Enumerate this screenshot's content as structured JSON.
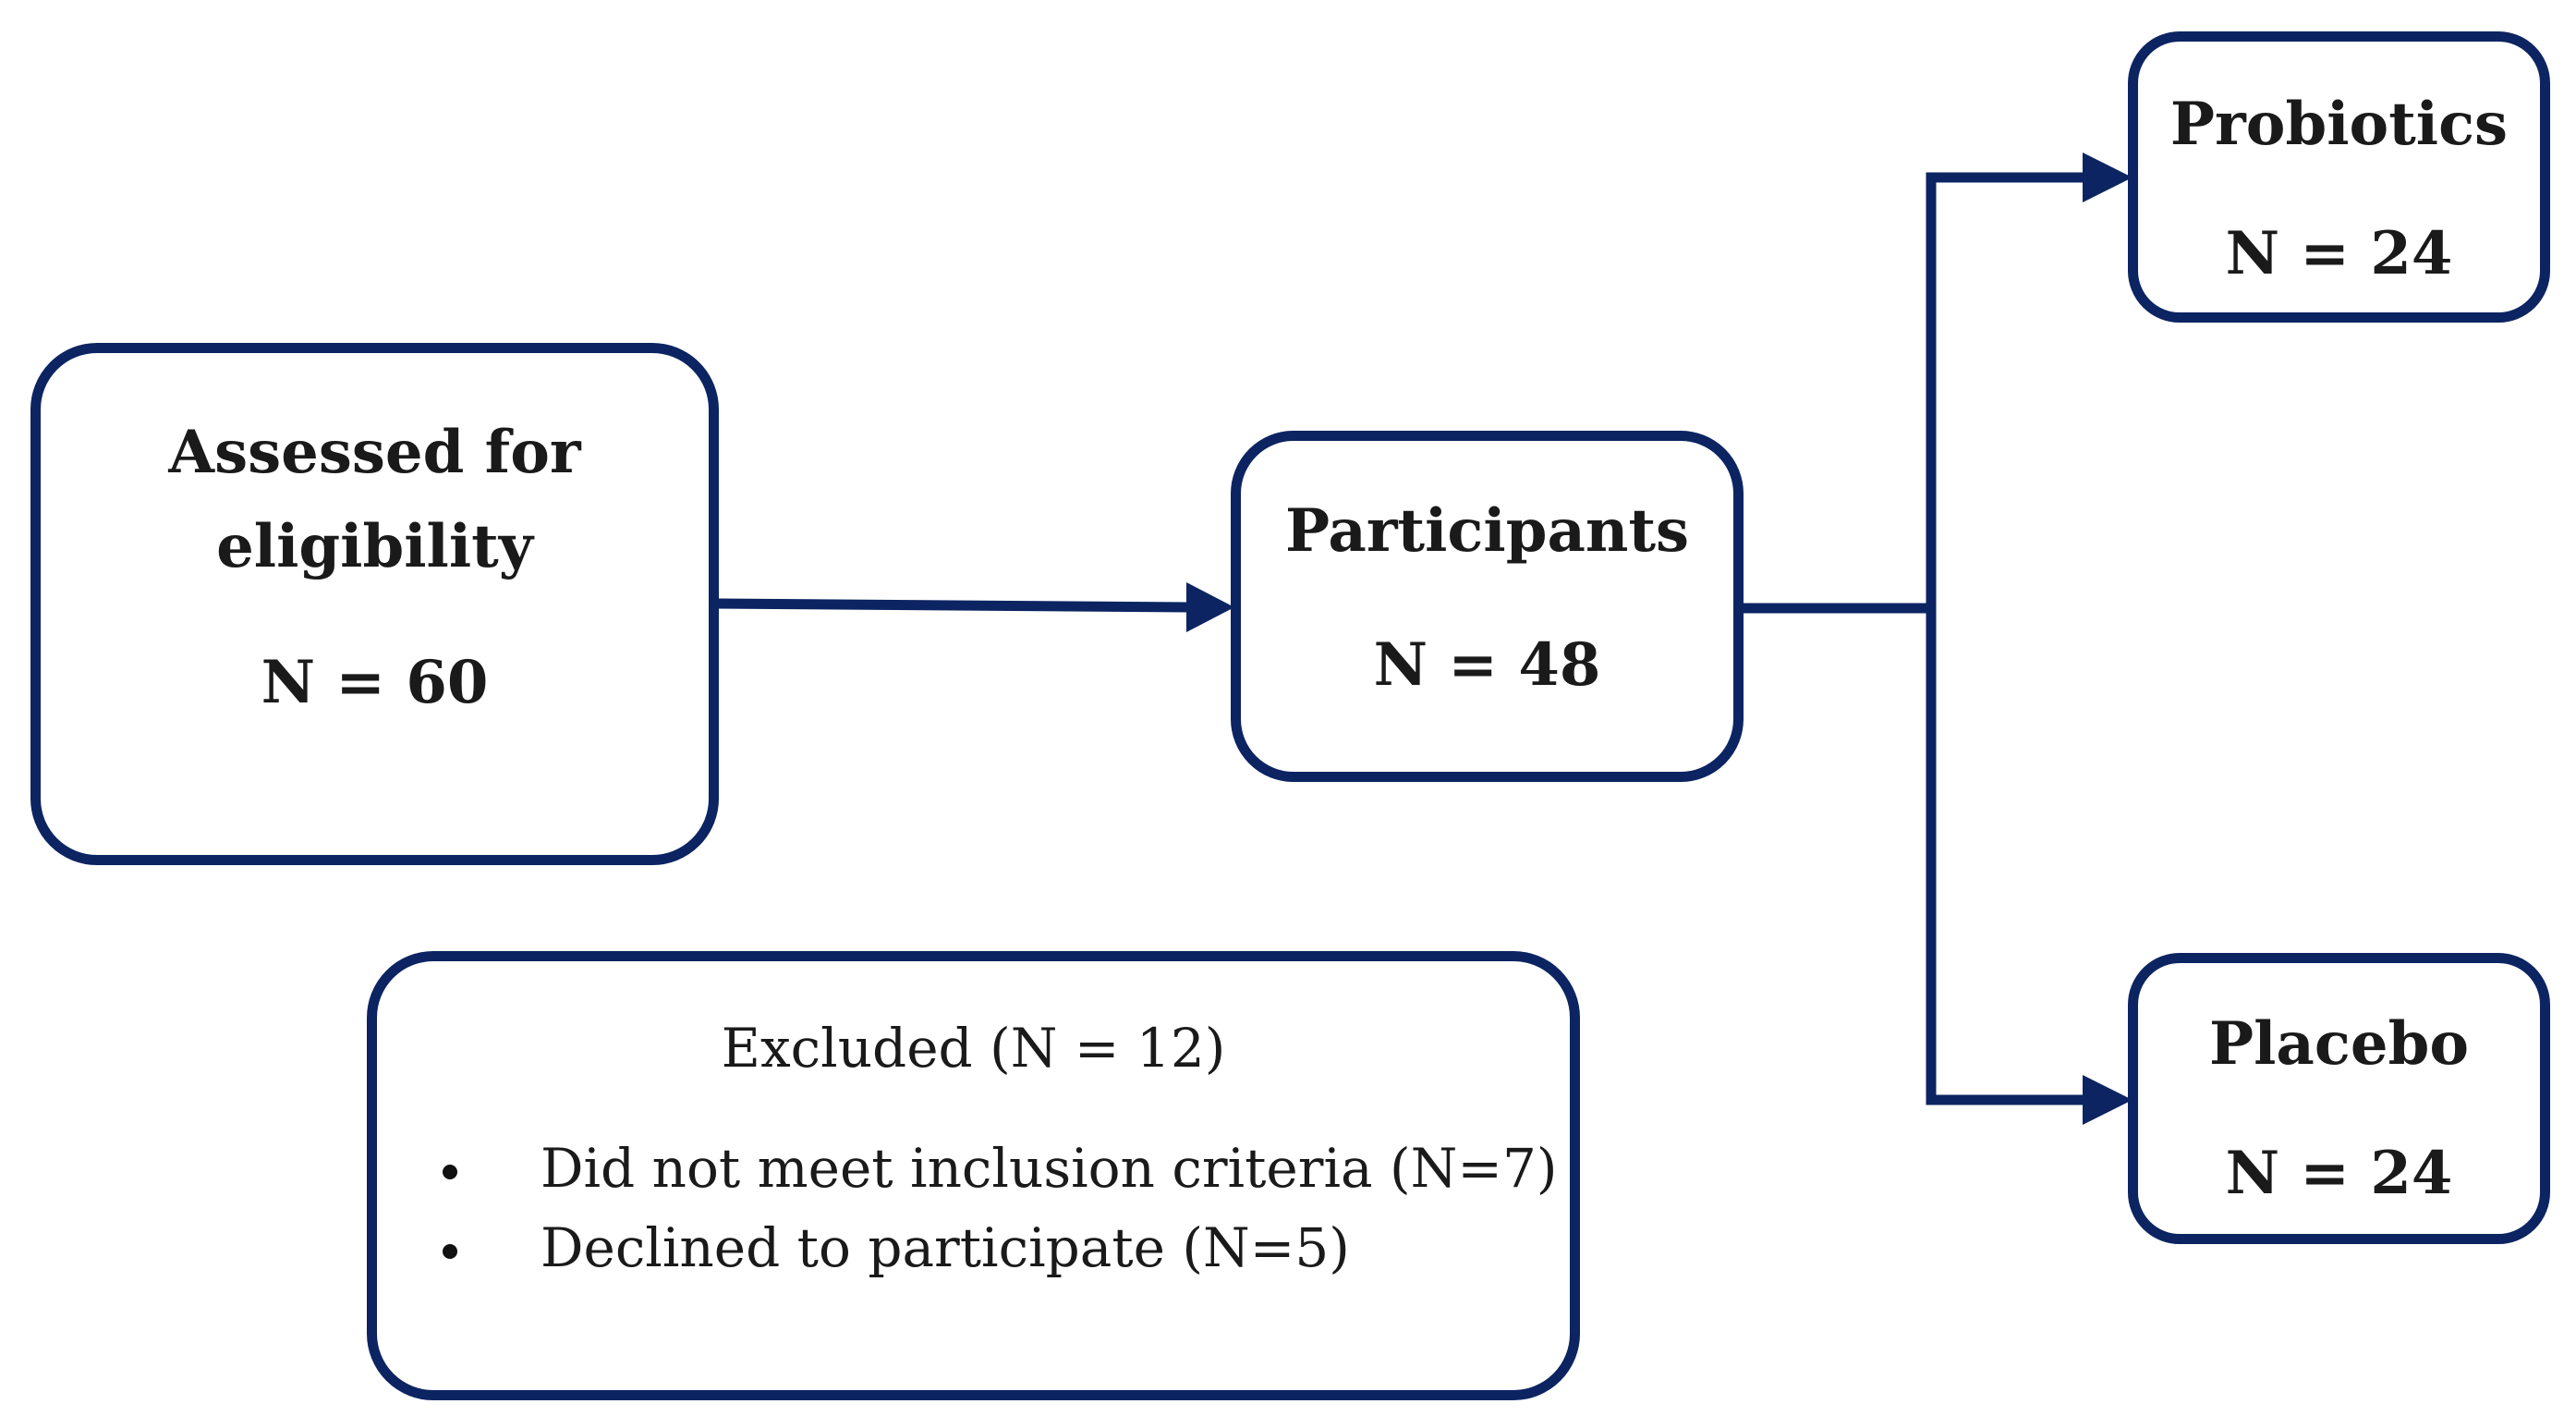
{
  "colors": {
    "box_border": "#0c2461",
    "connector": "#0c2461",
    "text": "#1a1a1a"
  },
  "assessed": {
    "line1": "Assessed for",
    "line2": "eligibility",
    "count": "N = 60"
  },
  "participants": {
    "label": "Participants",
    "count": "N = 48"
  },
  "probiotics": {
    "label": "Probiotics",
    "count": "N = 24"
  },
  "placebo": {
    "label": "Placebo",
    "count": "N = 24"
  },
  "excluded": {
    "title": "Excluded (N = 12)",
    "items": [
      "Did not meet inclusion criteria (N=7)",
      "Declined to participate (N=5)"
    ]
  }
}
